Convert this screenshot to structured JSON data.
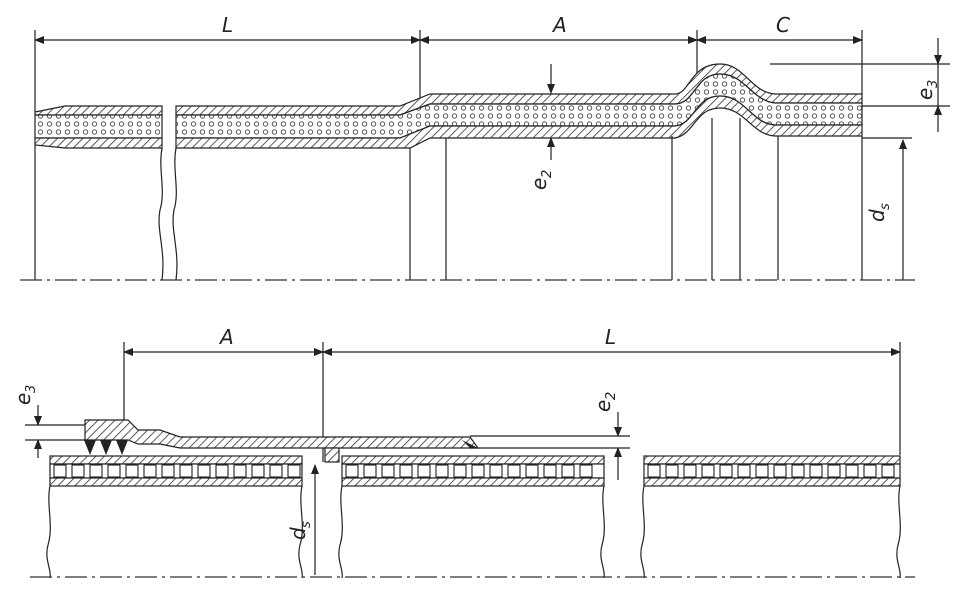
{
  "diagram": {
    "top": {
      "dim_L": "L",
      "dim_A": "A",
      "dim_C": "C",
      "e3": "e",
      "e3_sub": "3",
      "e2": "e",
      "e2_sub": "2",
      "ds": "d",
      "ds_sub": "s"
    },
    "bottom": {
      "dim_A": "A",
      "dim_L": "L",
      "e3": "e",
      "e3_sub": "3",
      "e2": "e",
      "e2_sub": "2",
      "ds": "d",
      "ds_sub": "s"
    }
  }
}
